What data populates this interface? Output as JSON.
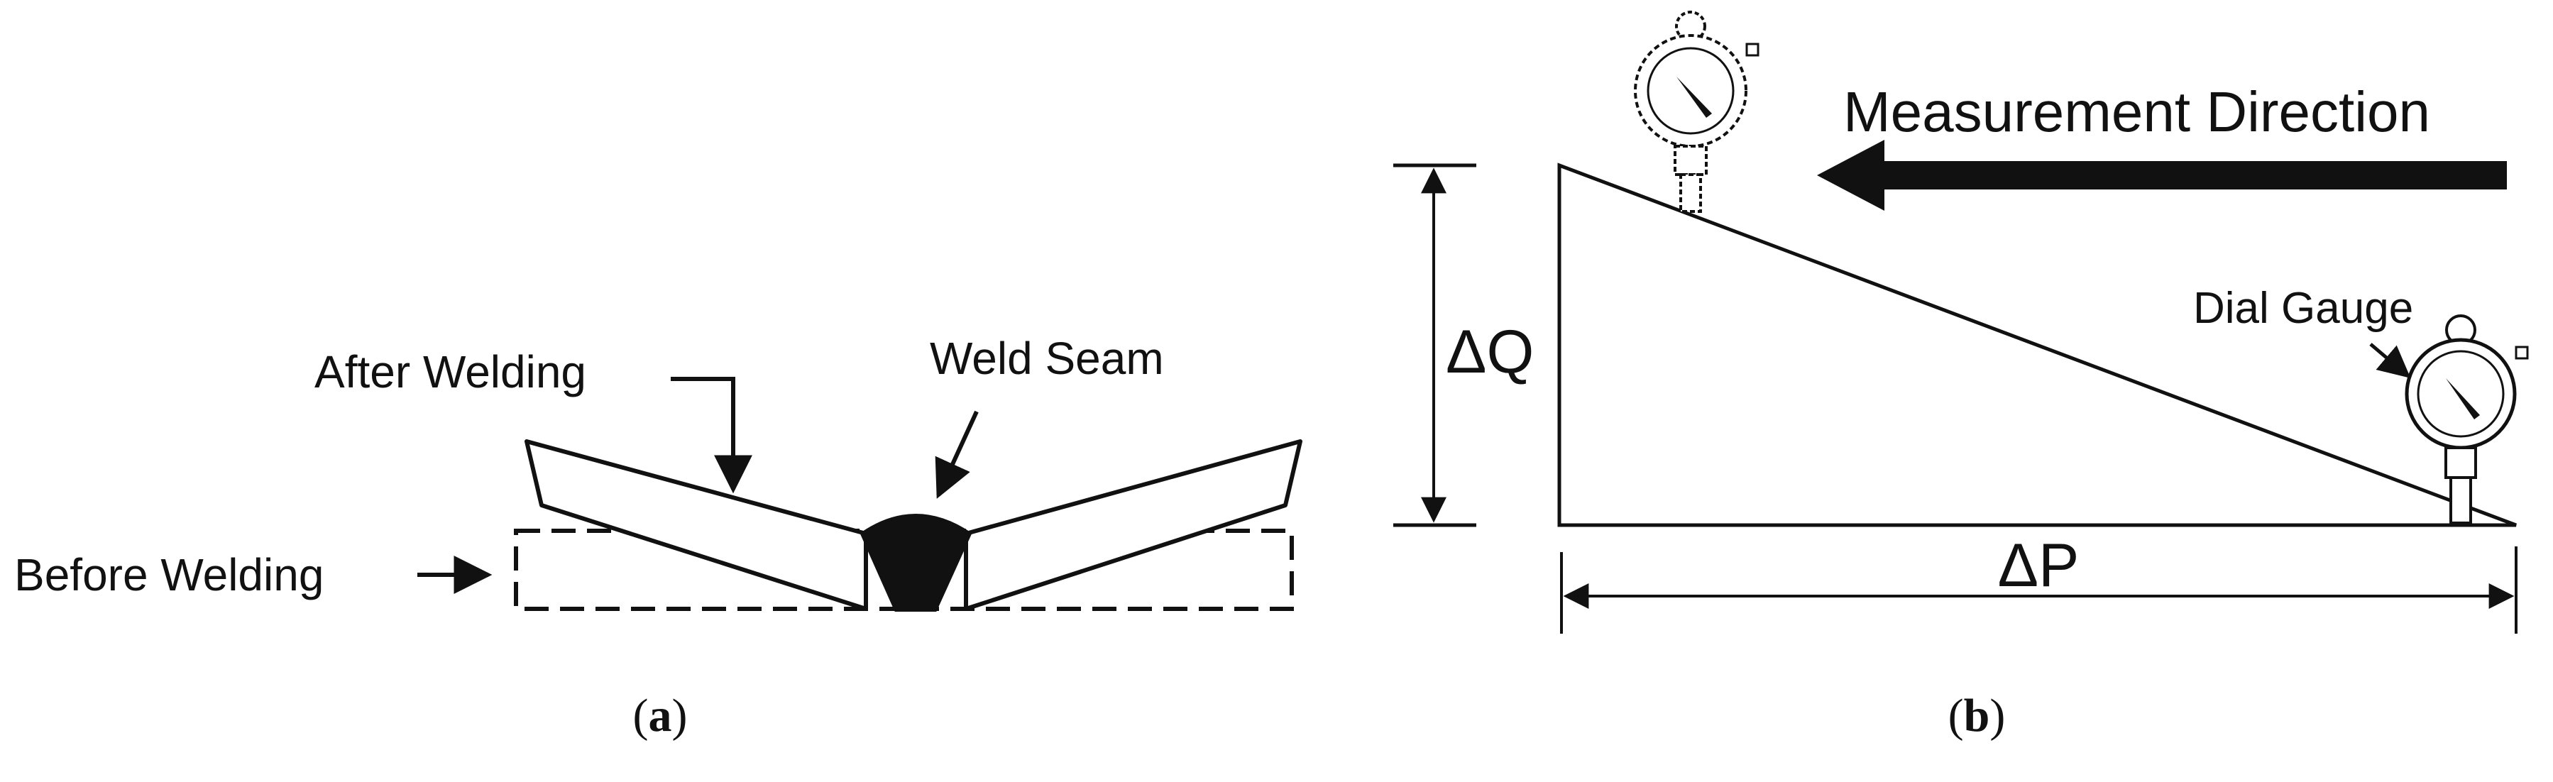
{
  "panel_a": {
    "label_after_welding": "After Welding",
    "label_weld_seam": "Weld Seam",
    "label_before_welding": "Before Welding",
    "caption_open": "(",
    "caption_letter": "a",
    "caption_close": ")"
  },
  "panel_b": {
    "label_measurement_direction": "Measurement Direction",
    "label_dial_gauge": "Dial Gauge",
    "label_delta_q": "ΔQ",
    "label_delta_p": "ΔP",
    "caption_open": "(",
    "caption_letter": "b",
    "caption_close": ")"
  },
  "colors": {
    "ink": "#111111",
    "background": "#ffffff"
  },
  "icons": [
    "dial-gauge-icon",
    "arrow-icon"
  ]
}
